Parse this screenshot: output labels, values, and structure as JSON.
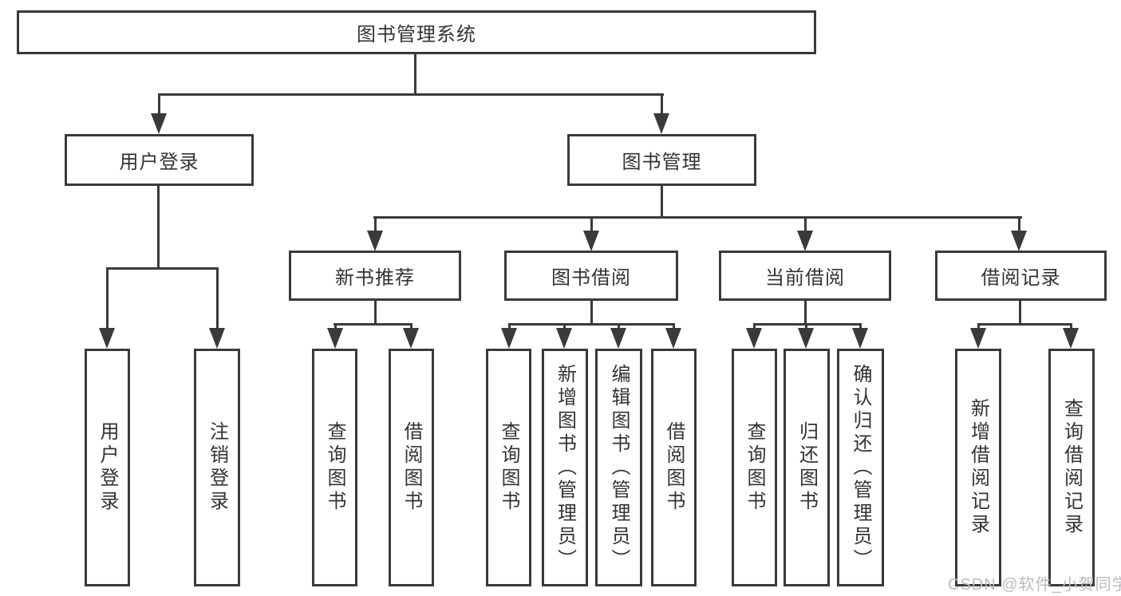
{
  "diagram": {
    "type": "tree",
    "root": {
      "label": "图书管理系统"
    },
    "level2": {
      "user_login": {
        "label": "用户登录"
      },
      "book_mgmt": {
        "label": "图书管理"
      }
    },
    "level3": {
      "new_book_rec": {
        "label": "新书推荐",
        "parent": "图书管理"
      },
      "book_borrow": {
        "label": "图书借阅",
        "parent": "图书管理"
      },
      "current_borrow": {
        "label": "当前借阅",
        "parent": "图书管理"
      },
      "borrow_records": {
        "label": "借阅记录",
        "parent": "图书管理"
      }
    },
    "leaves": {
      "user_login_leaf": {
        "label": "用户登录",
        "parent": "用户登录"
      },
      "logout_leaf": {
        "label": "注销登录",
        "parent": "用户登录"
      },
      "rec_query_books": {
        "label": "查询图书",
        "parent": "新书推荐"
      },
      "rec_borrow_books": {
        "label": "借阅图书",
        "parent": "新书推荐"
      },
      "bb_query_books": {
        "label": "查询图书",
        "parent": "图书借阅"
      },
      "bb_add_books": {
        "label": "新增图书（管理员）",
        "parent": "图书借阅"
      },
      "bb_edit_books": {
        "label": "编辑图书（管理员）",
        "parent": "图书借阅"
      },
      "bb_borrow_books": {
        "label": "借阅图书",
        "parent": "图书借阅"
      },
      "cb_query_books": {
        "label": "查询图书",
        "parent": "当前借阅"
      },
      "cb_return_books": {
        "label": "归还图书",
        "parent": "当前借阅"
      },
      "cb_confirm_return": {
        "label": "确认归还（管理员）",
        "parent": "当前借阅"
      },
      "br_add_record": {
        "label": "新增借阅记录",
        "parent": "借阅记录"
      },
      "br_query_record": {
        "label": "查询借阅记录",
        "parent": "借阅记录"
      }
    },
    "watermark": "CSDN @软件_小贺同学",
    "colors": {
      "line": "#3a3a3a",
      "text": "#333333",
      "background": "#ffffff",
      "watermark": "#b9bcc1"
    }
  }
}
